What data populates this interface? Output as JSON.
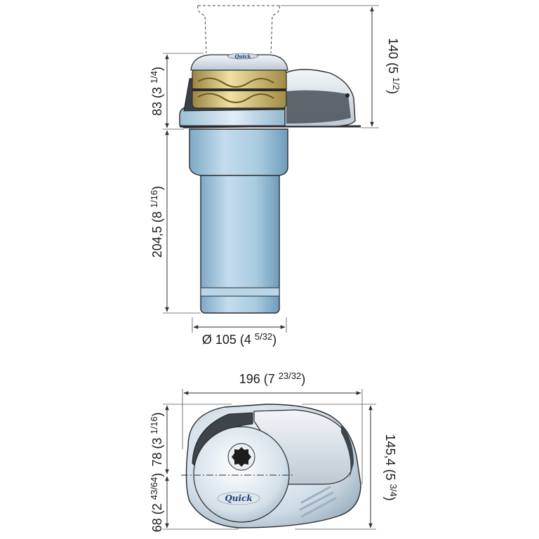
{
  "dimensions": {
    "top_height_label": "140 (5 1/2)",
    "top_height_main": "140 (5 ",
    "top_height_frac": "1/2",
    "top_height_end": ")",
    "drum_height_main": "83 (3 ",
    "drum_height_frac": "1/4",
    "drum_height_end": ")",
    "body_height_main": "204,5 (8 ",
    "body_height_frac": "1/16",
    "body_height_end": ")",
    "diameter_main": "Ø 105 (4 ",
    "diameter_frac": "5/32",
    "diameter_end": ")",
    "width_main": "196 (7 ",
    "width_frac": "23/32",
    "width_end": ")",
    "depth_main": "145,4 (5 ",
    "depth_frac": "3/4",
    "depth_end": ")",
    "offset_top_main": "78 (3 ",
    "offset_top_frac": "1/16",
    "offset_top_end": ")",
    "offset_bottom_main": "68 (2 ",
    "offset_bottom_frac": "43/64",
    "offset_bottom_end": ")"
  },
  "logo": {
    "brand_top": "Quick",
    "brand_bottom": "Quick"
  },
  "colors": {
    "body_blue": "#a9cbe0",
    "body_blue_dark": "#6f9cba",
    "cover_silver": "#e4ebf1",
    "cover_dark": "#3a3f44",
    "drum_gold": "#d8c27a",
    "outline": "#2b2b2b"
  }
}
